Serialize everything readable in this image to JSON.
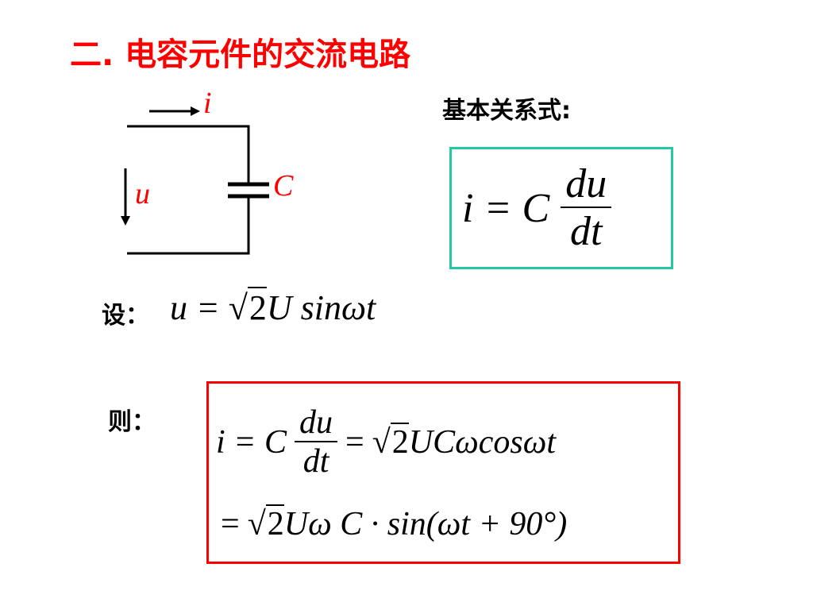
{
  "title": "二. 电容元件的交流电路",
  "circuit": {
    "current_label": "i",
    "voltage_label": "u",
    "capacitor_label": "C"
  },
  "basic_relation": {
    "heading": "基本关系式:",
    "lhs": "i = C",
    "numerator": "du",
    "denominator": "dt"
  },
  "assume": {
    "label": "设：",
    "lhs": "u = ",
    "radicand": "2",
    "rest": "U sinωt"
  },
  "then": {
    "label": "则：",
    "line1_lhs": "i = C",
    "line1_num": "du",
    "line1_den": "dt",
    "line1_eq": "=",
    "line1_radicand": "2",
    "line1_rest": "UCωcosωt",
    "line2_eq": "=",
    "line2_radicand": "2",
    "line2_rest": "Uω C · sin(ωt + 90°)"
  }
}
